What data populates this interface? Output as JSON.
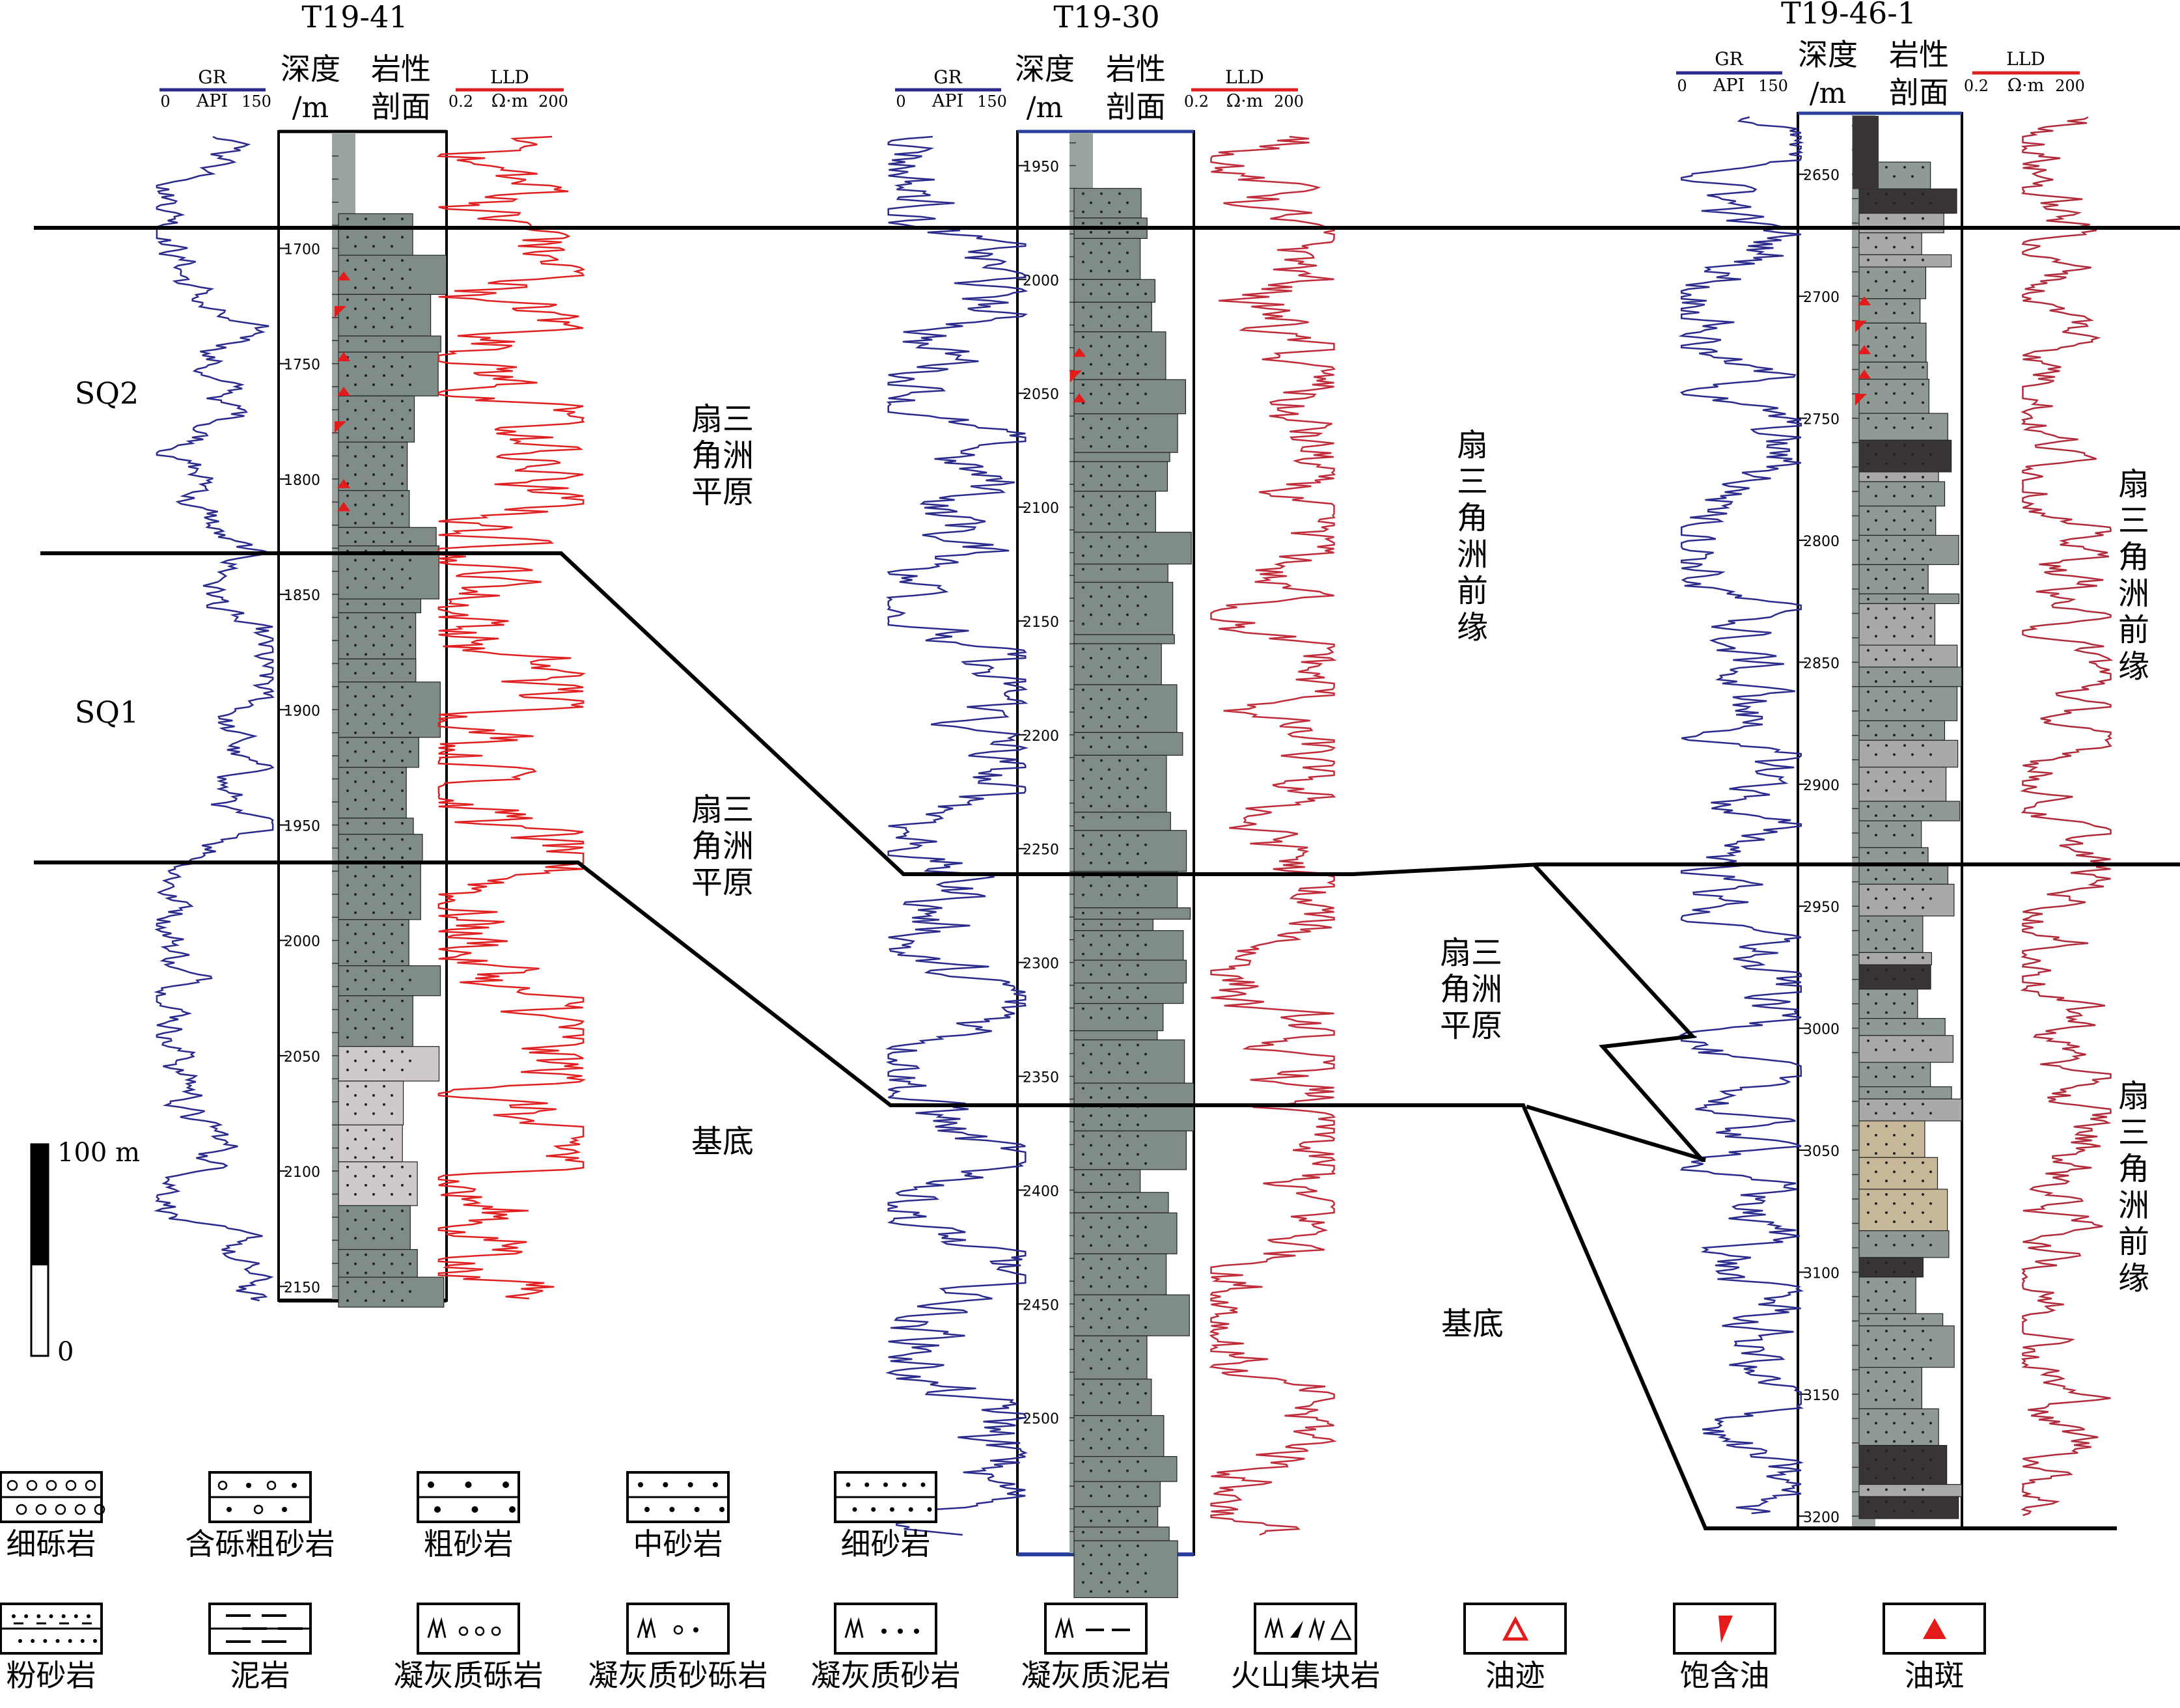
{
  "wells": [
    {
      "id": "w1",
      "name": "T19-41",
      "gr_label": "GR",
      "gr_min": "0",
      "gr_unit": "API",
      "gr_max": "150",
      "depth_label": "深度",
      "depth_unit": "/m",
      "lith_label_1": "岩性",
      "lith_label_2": "剖面",
      "lld_label": "LLD",
      "lld_min": "0.2",
      "lld_unit": "Ω·m",
      "lld_max": "200",
      "depth_start": 1655,
      "depth_end": 2155,
      "depth_ticks": [
        "1700",
        "1750",
        "1800",
        "1850",
        "1900",
        "1950",
        "2000",
        "2050",
        "2100",
        "2150"
      ]
    },
    {
      "id": "w2",
      "name": "T19-30",
      "gr_label": "GR",
      "gr_min": "0",
      "gr_unit": "API",
      "gr_max": "150",
      "depth_label": "深度",
      "depth_unit": "/m",
      "lith_label_1": "岩性",
      "lith_label_2": "剖面",
      "lld_label": "LLD",
      "lld_min": "0.2",
      "lld_unit": "Ω·m",
      "lld_max": "200",
      "depth_start": 1935,
      "depth_end": 2560,
      "depth_ticks": [
        "1950",
        "2000",
        "2050",
        "2100",
        "2150",
        "2200",
        "2250",
        "2300",
        "2350",
        "2400",
        "2450",
        "2500"
      ]
    },
    {
      "id": "w3",
      "name": "T19-46-1",
      "gr_label": "GR",
      "gr_min": "0",
      "gr_unit": "API",
      "gr_max": "150",
      "depth_label": "深度",
      "depth_unit": "/m",
      "lith_label_1": "岩性",
      "lith_label_2": "剖面",
      "lld_label": "LLD",
      "lld_min": "0.2",
      "lld_unit": "Ω·m",
      "lld_max": "200",
      "depth_start": 2625,
      "depth_end": 3205,
      "depth_ticks": [
        "2650",
        "2700",
        "2750",
        "2800",
        "2850",
        "2900",
        "2950",
        "3000",
        "3050",
        "3100",
        "3150",
        "3200"
      ]
    }
  ],
  "sequences": [
    "SQ2",
    "SQ1"
  ],
  "facies": {
    "fan_plain_1": "扇三角洲平原",
    "fan_plain_2": "扇三角洲平原",
    "fan_front_1": "扇三角洲前缘",
    "fan_plain_3": "扇三角洲平原",
    "fan_front_2": "扇三角洲前缘",
    "fan_front_3": "扇三角洲前缘",
    "basement_1": "基底",
    "basement_2": "基底"
  },
  "scale_bar": {
    "top": "100 m",
    "bottom": "0"
  },
  "legend": [
    {
      "label": "细砾岩",
      "pattern": "fine-conglomerate"
    },
    {
      "label": "含砾粗砂岩",
      "pattern": "pebbly-coarse-sandstone"
    },
    {
      "label": "粗砂岩",
      "pattern": "coarse-sandstone"
    },
    {
      "label": "中砂岩",
      "pattern": "medium-sandstone"
    },
    {
      "label": "细砂岩",
      "pattern": "fine-sandstone"
    },
    {
      "label": "粉砂岩",
      "pattern": "siltstone"
    },
    {
      "label": "泥岩",
      "pattern": "mudstone"
    },
    {
      "label": "凝灰质砾岩",
      "pattern": "tuffaceous-conglomerate"
    },
    {
      "label": "凝灰质砂砾岩",
      "pattern": "tuffaceous-glutenite"
    },
    {
      "label": "凝灰质砂岩",
      "pattern": "tuffaceous-sandstone"
    },
    {
      "label": "凝灰质泥岩",
      "pattern": "tuffaceous-mudstone"
    },
    {
      "label": "火山集块岩",
      "pattern": "volcanic-agglomerate"
    },
    {
      "label": "油迹",
      "pattern": "oil-trace"
    },
    {
      "label": "饱含油",
      "pattern": "oil-saturated"
    },
    {
      "label": "油斑",
      "pattern": "oil-spot"
    }
  ],
  "colors": {
    "gr": "#2a2a8c",
    "lld": "#e02020",
    "rock": "#7f8c87",
    "rock_light": "#cfc9c9",
    "rock_tan": "#c8b89a",
    "rock_dark": "#3a3535",
    "rock_grey3": "#aaa8a8",
    "oil": "#e31b1b",
    "line": "#000000",
    "frame_blue": "#2b3f9e"
  }
}
